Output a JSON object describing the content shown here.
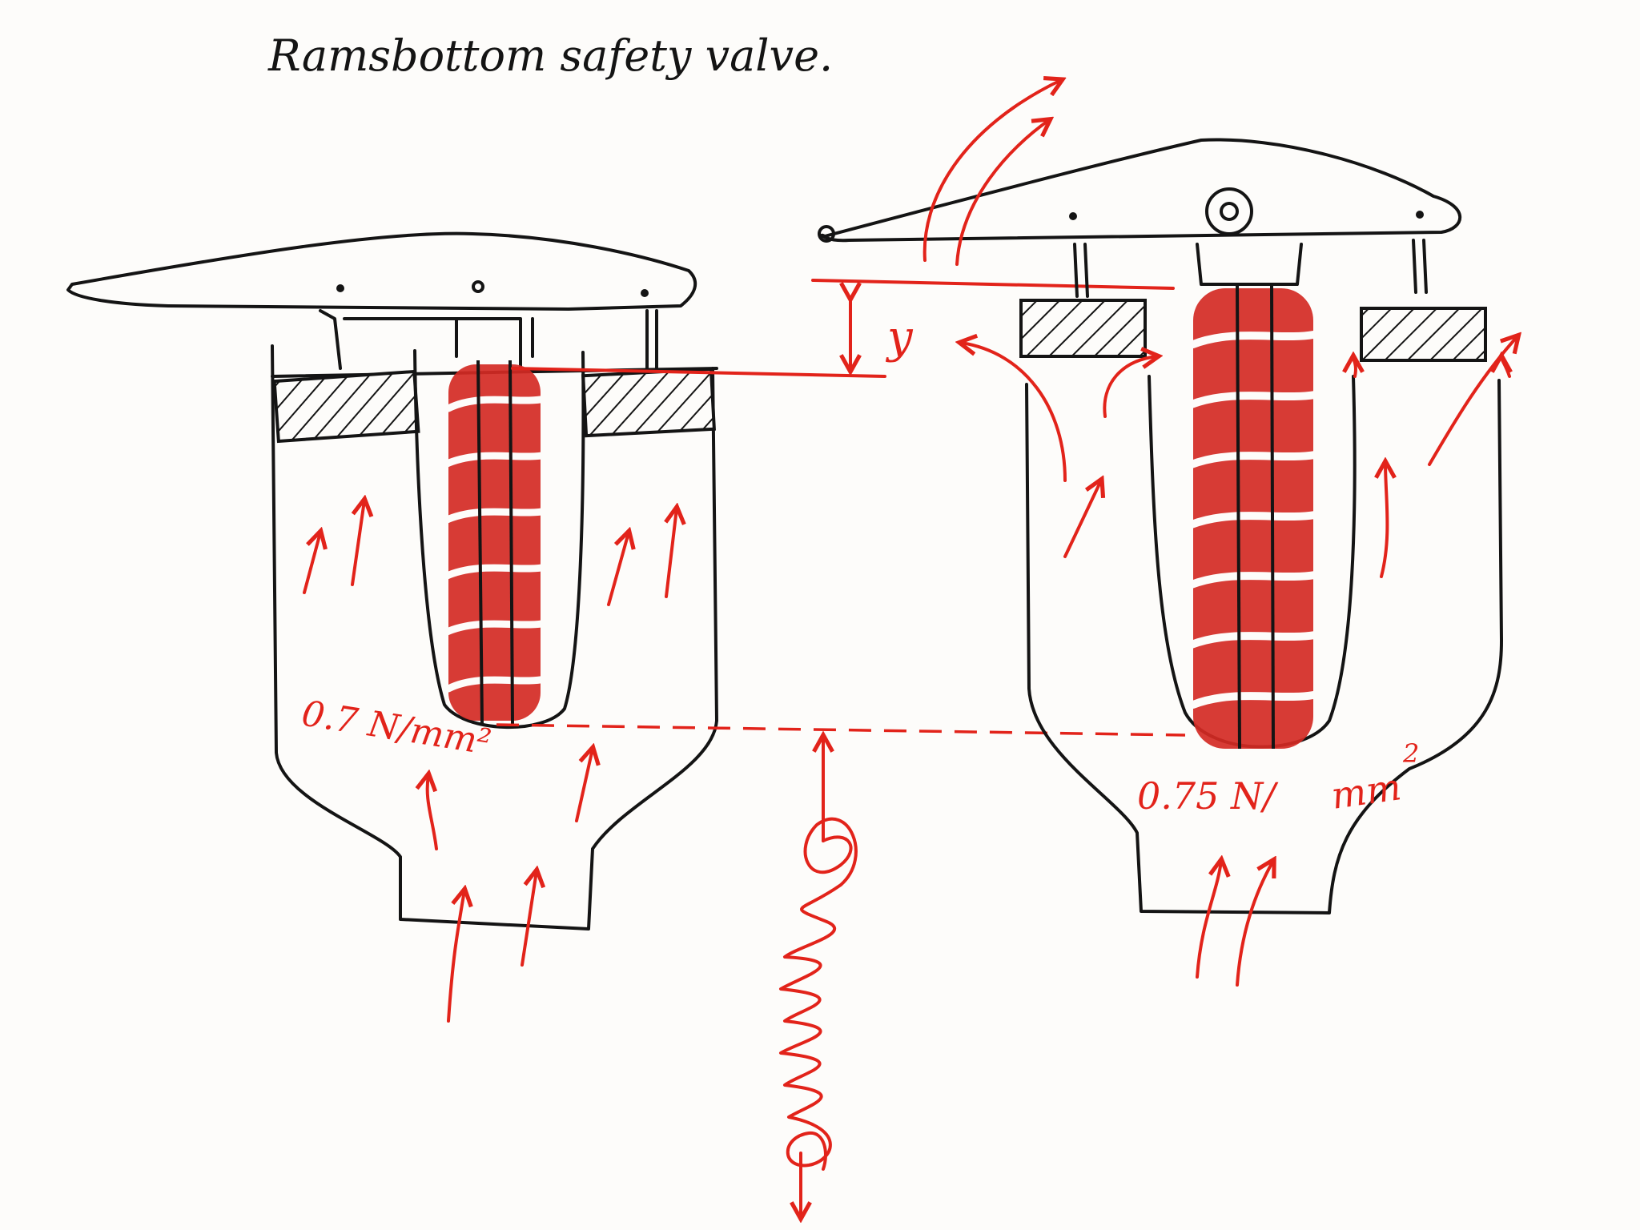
{
  "title": "Ramsbottom safety valve.",
  "labels": {
    "lift": "y",
    "pressure_closed": "0.7 N/mm²",
    "pressure_open_value": "0.75 N/",
    "pressure_open_unit": "mm",
    "pressure_open_exp": "2"
  },
  "colors": {
    "ink": "#141414",
    "annotation": "#e2231a",
    "spring_fill": "#d42a24",
    "paper": "#fdfcfa"
  }
}
